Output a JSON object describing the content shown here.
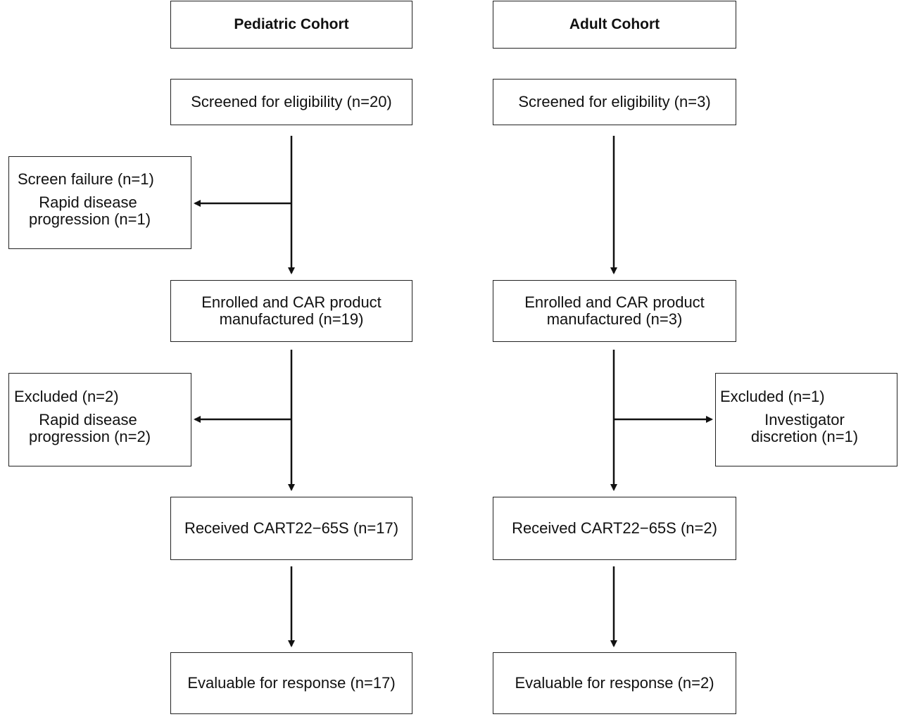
{
  "pediatric": {
    "header": "Pediatric Cohort",
    "screened": "Screened for eligibility (n=20)",
    "screen_failure": {
      "title": "Screen failure (n=1)",
      "lines": [
        "Rapid disease",
        "progression (n=1)"
      ]
    },
    "enrolled": [
      "Enrolled and CAR product",
      "manufactured (n=19)"
    ],
    "excluded": {
      "title": "Excluded (n=2)",
      "lines": [
        "Rapid disease",
        "progression (n=2)"
      ]
    },
    "received": "Received CART22−65S (n=17)",
    "evaluable": "Evaluable for response (n=17)"
  },
  "adult": {
    "header": "Adult Cohort",
    "screened": "Screened for eligibility (n=3)",
    "enrolled": [
      "Enrolled and CAR product",
      "manufactured (n=3)"
    ],
    "excluded": {
      "title": "Excluded (n=1)",
      "lines": [
        "Investigator",
        "discretion (n=1)"
      ]
    },
    "received": "Received CART22−65S (n=2)",
    "evaluable": "Evaluable for response (n=2)"
  }
}
